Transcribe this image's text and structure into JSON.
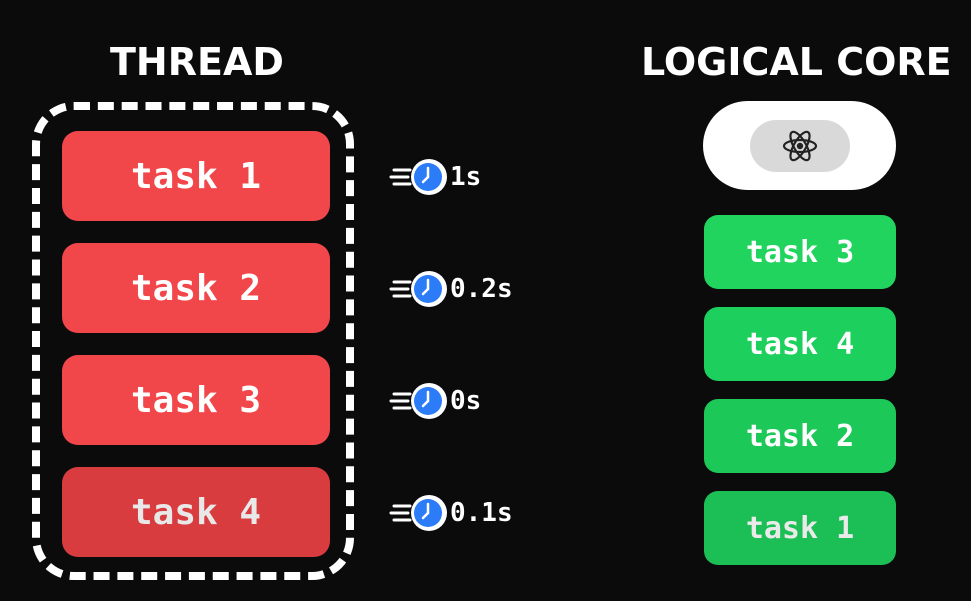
{
  "thread": {
    "title": "THREAD",
    "tasks": [
      {
        "label": "task 1",
        "time": "1s"
      },
      {
        "label": "task 2",
        "time": "0.2s"
      },
      {
        "label": "task 3",
        "time": "0s"
      },
      {
        "label": "task 4",
        "time": "0.1s"
      }
    ]
  },
  "core": {
    "title": "LOGICAL CORE",
    "icon": "atom-icon",
    "queue": [
      "task 3",
      "task 4",
      "task 2",
      "task 1"
    ]
  },
  "colors": {
    "background": "#0b0b0b",
    "thread_task": "#f2474a",
    "core_task": "#1ed760",
    "timer": "#2b7cf6"
  }
}
